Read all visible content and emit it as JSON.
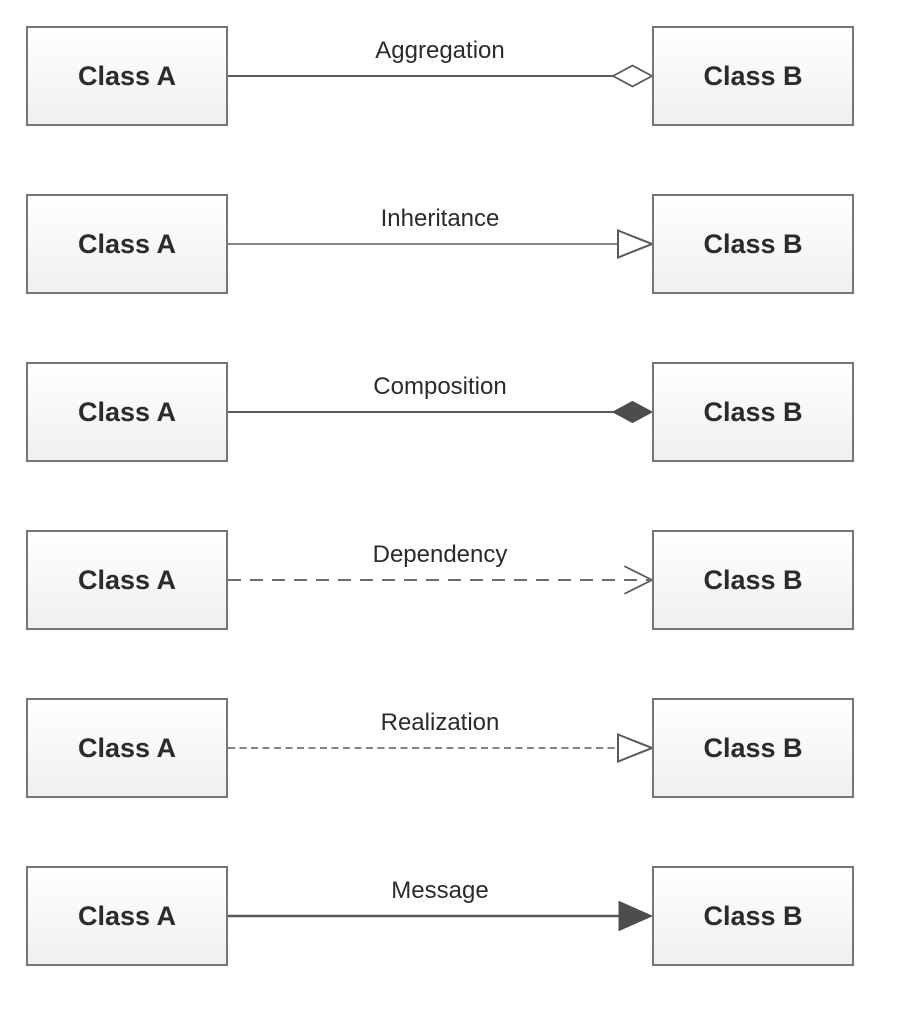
{
  "rows": [
    {
      "id": "aggregation",
      "label": "Aggregation",
      "left_class": "Class A",
      "right_class": "Class B",
      "line_style": "solid",
      "arrowhead": "open-diamond"
    },
    {
      "id": "inheritance",
      "label": "Inheritance",
      "left_class": "Class A",
      "right_class": "Class B",
      "line_style": "solid",
      "arrowhead": "open-triangle"
    },
    {
      "id": "composition",
      "label": "Composition",
      "left_class": "Class A",
      "right_class": "Class B",
      "line_style": "solid",
      "arrowhead": "filled-diamond"
    },
    {
      "id": "dependency",
      "label": "Dependency",
      "left_class": "Class A",
      "right_class": "Class B",
      "line_style": "long-dashed",
      "arrowhead": "open-vee"
    },
    {
      "id": "realization",
      "label": "Realization",
      "left_class": "Class A",
      "right_class": "Class B",
      "line_style": "short-dashed",
      "arrowhead": "open-triangle"
    },
    {
      "id": "message",
      "label": "Message",
      "left_class": "Class A",
      "right_class": "Class B",
      "line_style": "solid-thick",
      "arrowhead": "filled-triangle"
    }
  ],
  "colors": {
    "line": "#5a5a5a",
    "arrow_fill": "#4d4d4d",
    "box_border": "#767676",
    "text": "#2b2b2b",
    "box_fill_top": "#ffffff",
    "box_fill_bottom": "#f0f0f0"
  }
}
